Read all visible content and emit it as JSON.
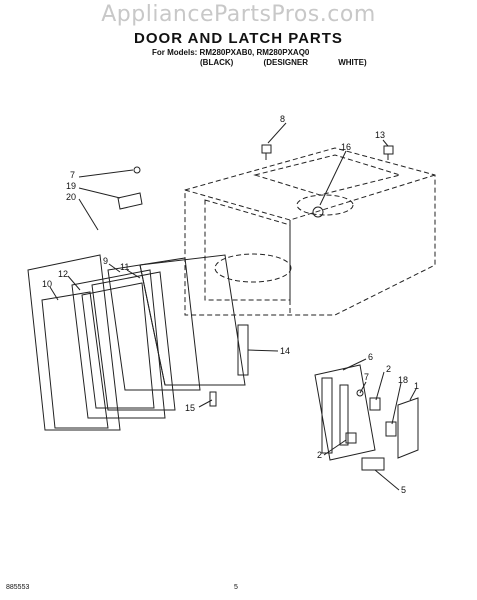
{
  "watermark": "AppliancePartsPros.com",
  "header": {
    "title": "DOOR AND LATCH PARTS",
    "models": "For Models: RM280PXAB0,   RM280PXAQ0",
    "variants": "(BLACK) (DESIGNER WHITE)"
  },
  "callouts": [
    "8",
    "16",
    "13",
    "7",
    "19",
    "20",
    "11",
    "9",
    "12",
    "10",
    "14",
    "15",
    "6",
    "7",
    "2",
    "18",
    "1",
    "2",
    "5"
  ],
  "footer": {
    "part_number": "885553",
    "page": "5"
  }
}
